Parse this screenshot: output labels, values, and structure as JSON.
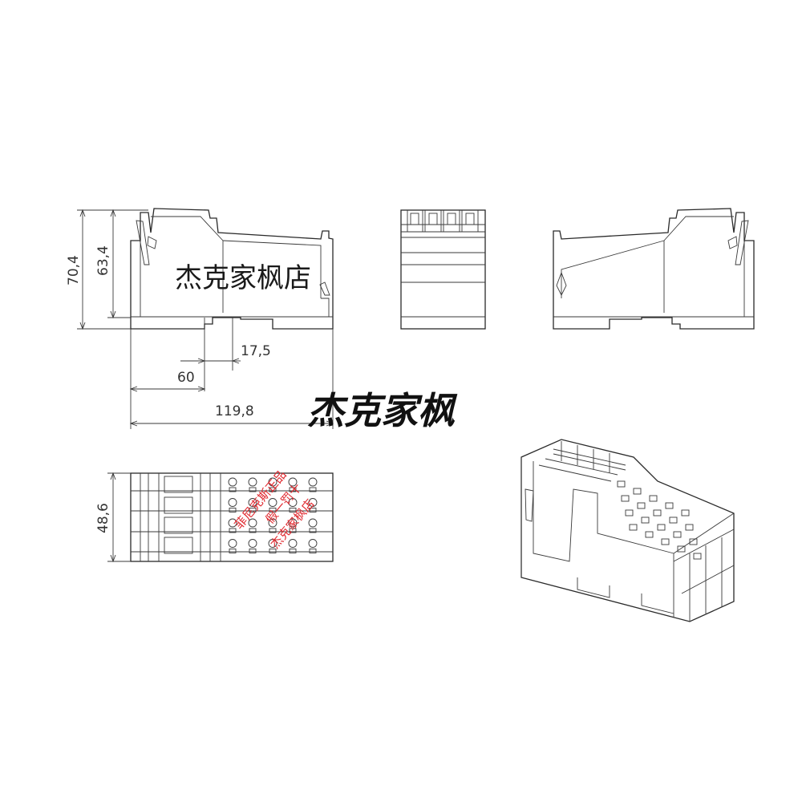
{
  "dimensions": {
    "height_total": "70,4",
    "height_inner": "63,4",
    "offset_small": "17,5",
    "offset_mid": "60",
    "length_total": "119,8",
    "width": "48,6"
  },
  "watermarks": {
    "shop_name": "杰克家枫店",
    "shop_short": "杰克家枫"
  },
  "stamp": {
    "line1": "菲尼克斯正品",
    "line2": "假一罚十",
    "line3": "杰克家枫店"
  },
  "colors": {
    "line": "#2a2a2a",
    "stamp_red": "#e0282e"
  }
}
